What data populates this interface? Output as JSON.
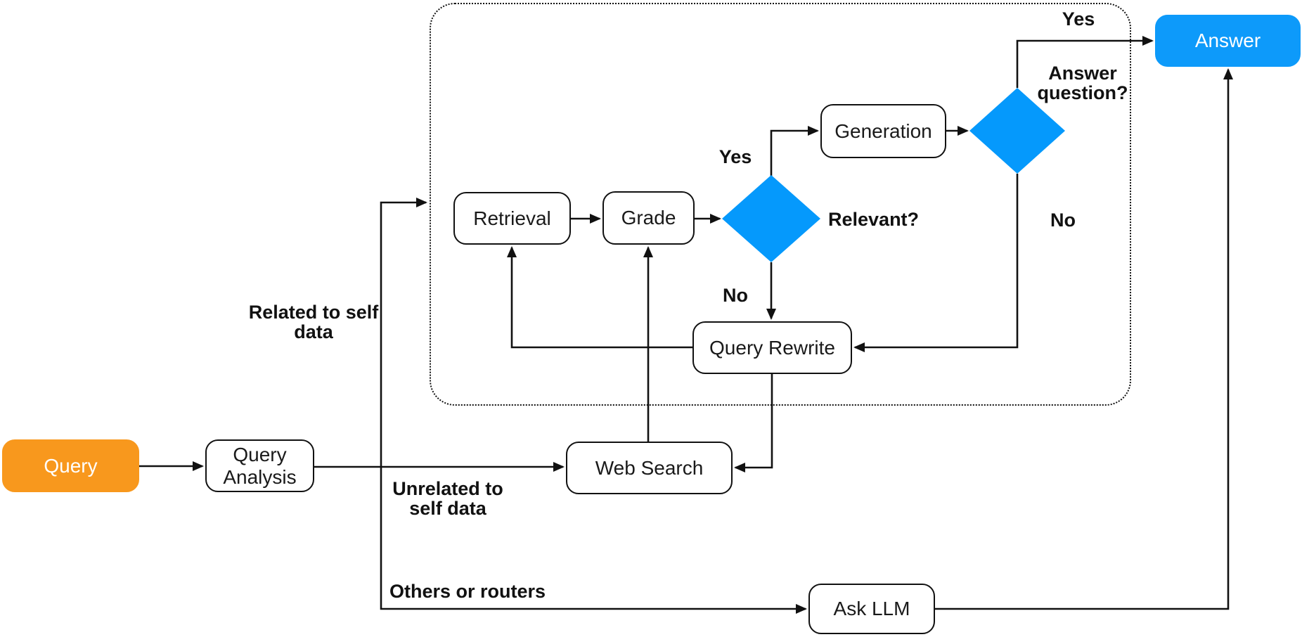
{
  "diagram": {
    "kind": "flowchart",
    "colors": {
      "accent_orange": "#F8981D",
      "accent_blue": "#0D9AFA",
      "diamond_blue": "#0599FC",
      "line": "#111111",
      "box_fill": "#FFFFFF",
      "box_border": "#111111",
      "background": "#FFFFFF"
    },
    "nodes": {
      "query": {
        "label": "Query"
      },
      "query_analysis": {
        "label": "Query Analysis"
      },
      "retrieval": {
        "label": "Retrieval"
      },
      "grade": {
        "label": "Grade"
      },
      "generation": {
        "label": "Generation"
      },
      "answer": {
        "label": "Answer"
      },
      "query_rewrite": {
        "label": "Query Rewrite"
      },
      "web_search": {
        "label": "Web Search"
      },
      "ask_llm": {
        "label": "Ask LLM"
      }
    },
    "decisions": {
      "relevant": {
        "label": "Relevant?"
      },
      "answer_question": {
        "label": "Answer question?"
      }
    },
    "edge_labels": {
      "related": "Related to self data",
      "unrelated": "Unrelated to self data",
      "others": "Others or routers",
      "relevant_yes": "Yes",
      "relevant_no": "No",
      "answer_yes": "Yes",
      "answer_no": "No"
    }
  }
}
